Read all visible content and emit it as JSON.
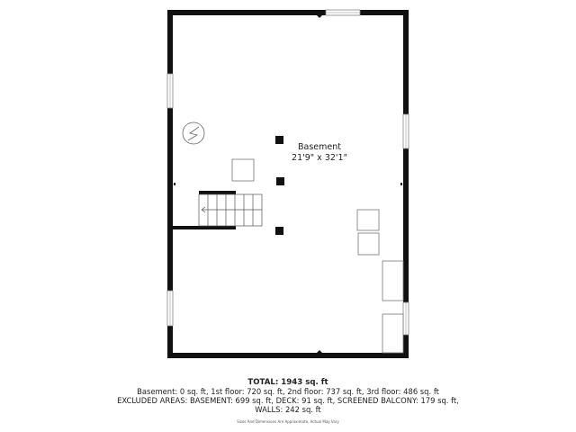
{
  "room": {
    "name": "Basement",
    "dimensions": "21'9\" x 32'1\""
  },
  "summary": {
    "total": "TOTAL: 1943 sq. ft",
    "floors": "Basement: 0 sq. ft, 1st floor: 720 sq. ft, 2nd floor: 737 sq. ft, 3rd floor: 486 sq. ft",
    "excluded": "EXCLUDED AREAS: BASEMENT: 699 sq. ft, DECK: 91 sq. ft, SCREENED BALCONY: 179 sq. ft,",
    "walls": "WALLS: 242 sq. ft",
    "disclaimer": "Sizes And Dimensions Are Approximate, Actual May Vary"
  },
  "colors": {
    "wall": "#111111",
    "fixture": "#777777"
  },
  "icons": [
    "electrical-panel-icon",
    "stairs-arrow-icon"
  ]
}
